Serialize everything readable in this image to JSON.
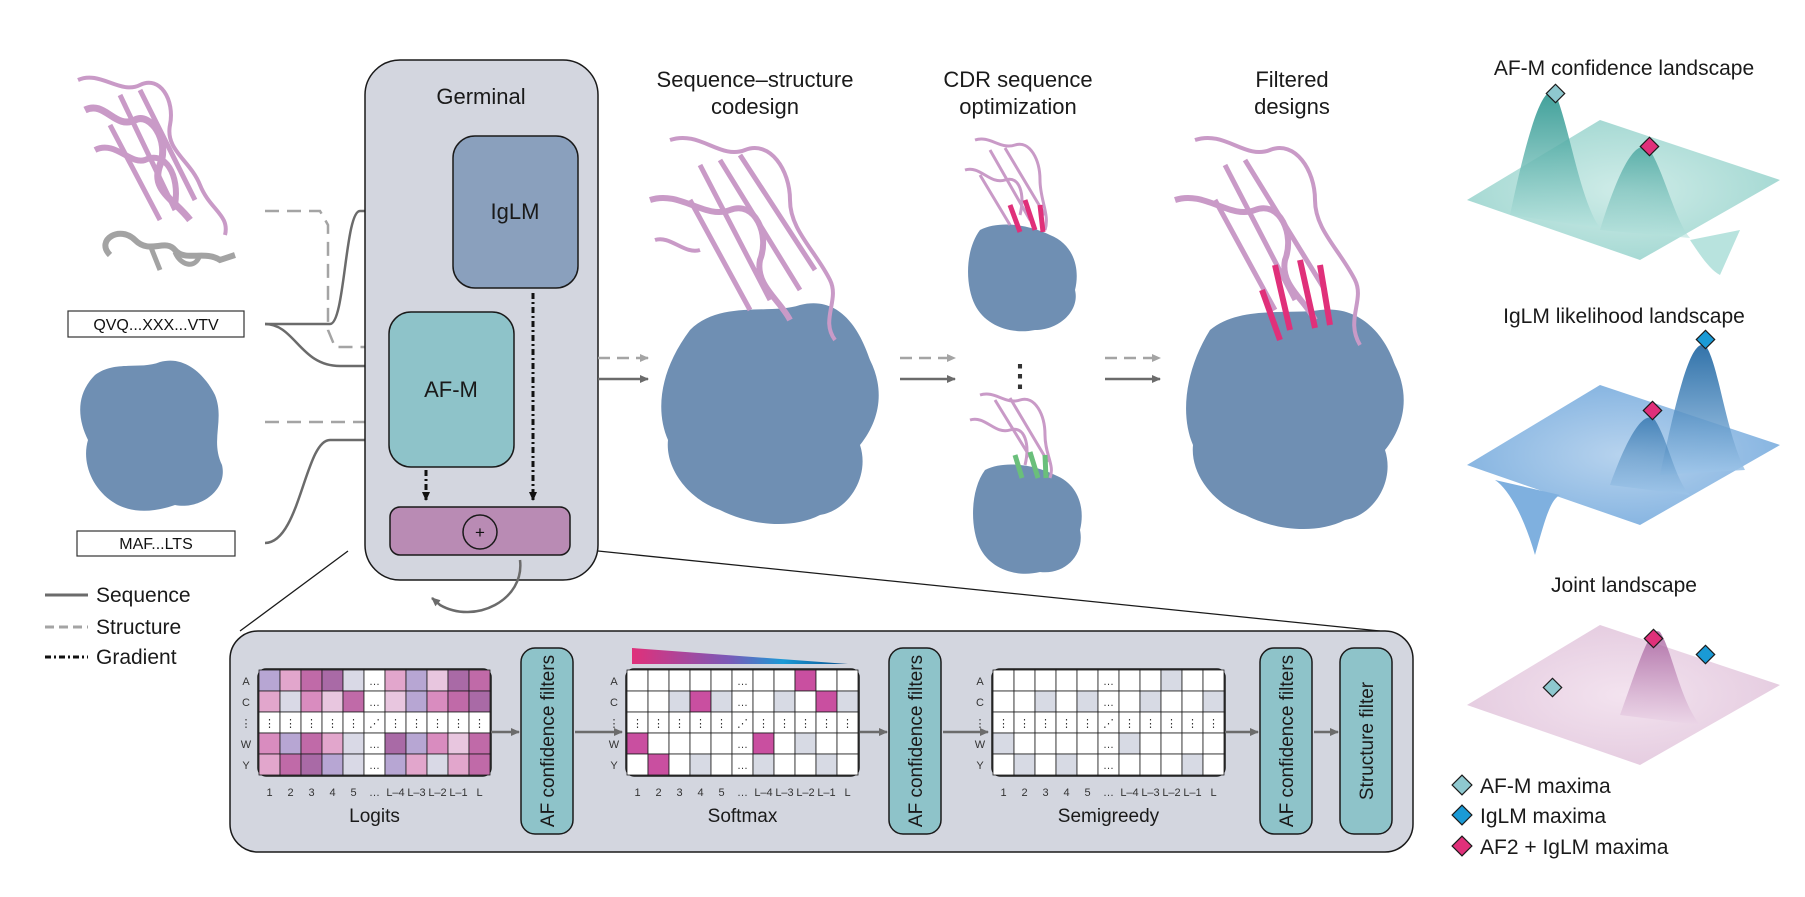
{
  "inputs": {
    "binder_sequence": "QVQ...XXX...VTV",
    "target_sequence": "MAF...LTS"
  },
  "legend_lines": {
    "sequence": "Sequence",
    "structure": "Structure",
    "gradient": "Gradient"
  },
  "germinal": {
    "title": "Germinal",
    "iglm": "IgLM",
    "afm": "AF-M",
    "sum_symbol": "+"
  },
  "stages": {
    "codesign": [
      "Sequence–structure",
      "codesign"
    ],
    "cdr_opt": [
      "CDR sequence",
      "optimization"
    ],
    "filtered": [
      "Filtered",
      "designs"
    ],
    "dots": "⋮"
  },
  "landscapes": {
    "afm": "AF-M confidence landscape",
    "iglm": "IgLM likelihood landscape",
    "joint": "Joint landscape"
  },
  "legend_maxima": {
    "afm": "AF-M maxima",
    "iglm": "IgLM maxima",
    "joint": "AF2 + IgLM maxima"
  },
  "pipeline": {
    "matrices": [
      "Logits",
      "Softmax",
      "Semigreedy"
    ],
    "filters": [
      "AF confidence filters",
      "AF confidence filters",
      "AF confidence filters",
      "Structure filter"
    ],
    "row_labels": [
      "A",
      "C",
      "⋮",
      "W",
      "Y"
    ],
    "col_labels": [
      "1",
      "2",
      "3",
      "4",
      "5",
      "…",
      "L–4",
      "L–3",
      "L–2",
      "L–1",
      "L"
    ]
  },
  "colors": {
    "afm_teal": "#8ec3c9",
    "iglm_blue": "#8aa0bd",
    "combine_pink": "#b98bb4",
    "panel_gray": "#d3d6df",
    "binder_pink": "#c99ac7",
    "target_blue": "#6f8fb3",
    "cdr_magenta": "#e0307a",
    "cdr_green": "#6abf7b",
    "maxima_afm": "#8ec8cf",
    "maxima_iglm": "#1a9ad6",
    "maxima_joint": "#e0307a"
  }
}
